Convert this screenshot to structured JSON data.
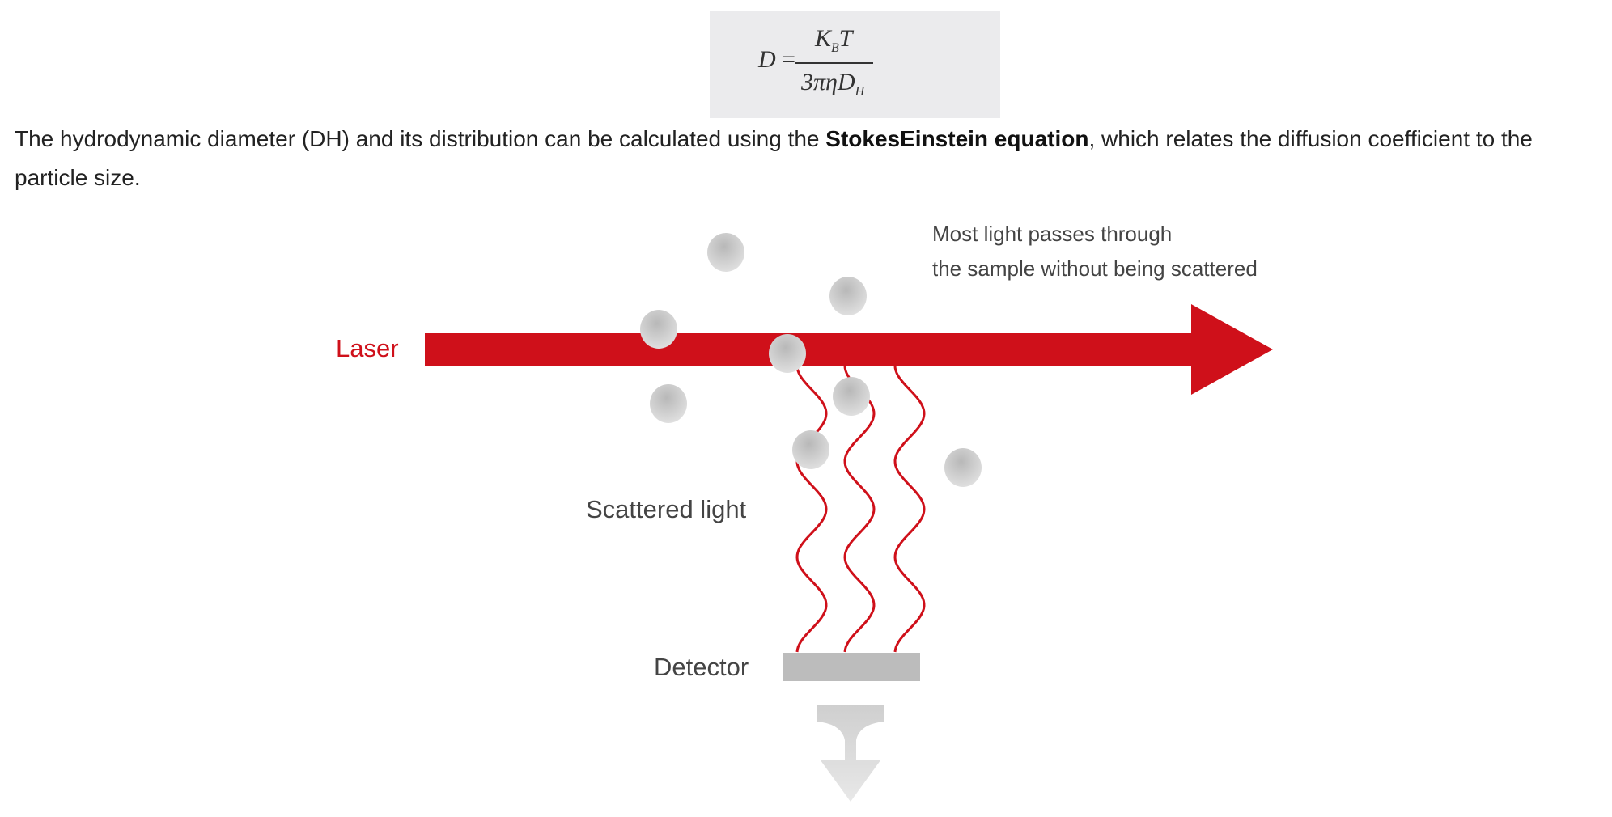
{
  "formula": {
    "lhs": "D",
    "equals": "=",
    "numerator_main": "K",
    "numerator_sub": "B",
    "numerator_tail": "T",
    "denominator_main": "3πηD",
    "denominator_sub": "H"
  },
  "paragraph": {
    "before": "The hydrodynamic diameter (DH) and its distribution can be calculated using the ",
    "bold": "StokesEinstein equation",
    "after": ", which relates the diffusion coefficient to the particle size."
  },
  "diagram": {
    "laser_label": "Laser",
    "note_line1": "Most light passes through",
    "note_line2": "the sample without being scattered",
    "scattered_label": "Scattered light",
    "detector_label": "Detector",
    "colors": {
      "laser": "#cf101a",
      "particle": "#c4c4c4",
      "detector": "#bcbcbc",
      "arrow": "#dcdcdc"
    }
  }
}
